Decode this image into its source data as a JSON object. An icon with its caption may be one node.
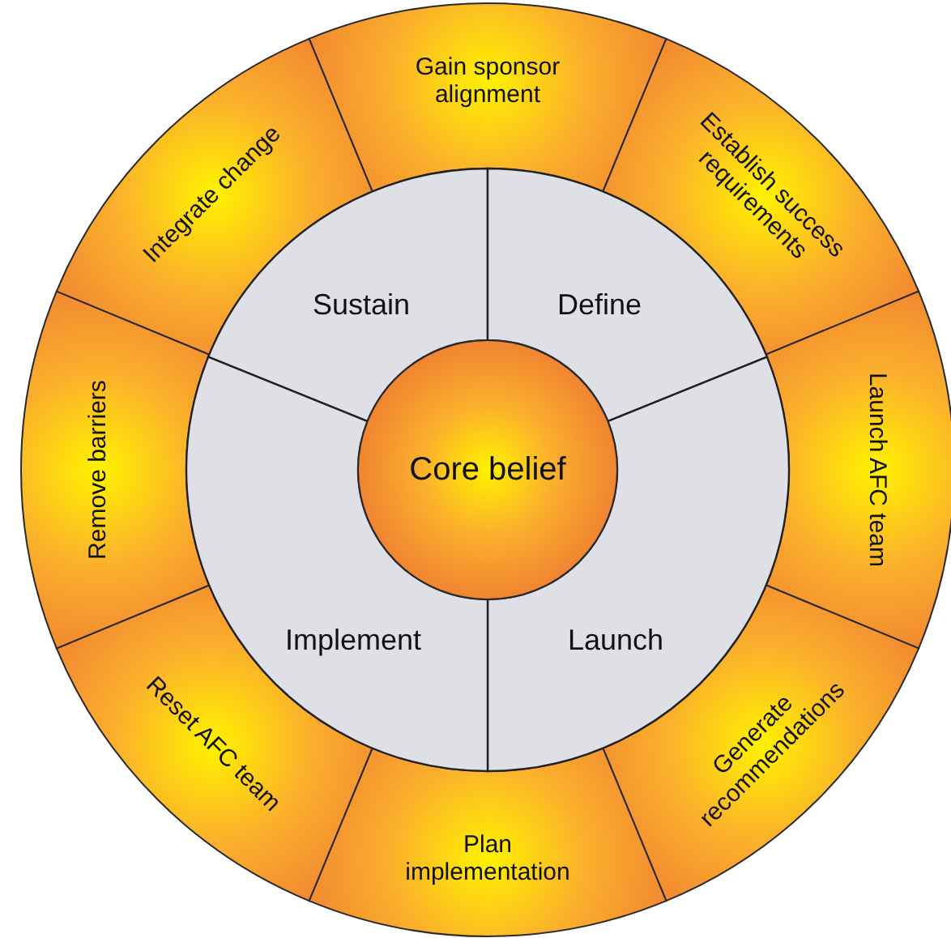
{
  "diagram": {
    "nodes": [
      {
        "text": [
          "Gain sponsor alignment"
        ]
      },
      {
        "text": [
          "Establish success requirements"
        ]
      },
      {
        "text": [
          "Launch AFC team"
        ]
      },
      {
        "text": [
          "Generate recommendations"
        ]
      },
      {
        "text": [
          "Plan implementation"
        ]
      },
      {
        "text": [
          "Reset AFC team"
        ]
      },
      {
        "text": [
          "Remove barriers"
        ]
      },
      {
        "text": [
          "Integrate change"
        ]
      },
      {
        "text": [
          "Sustain"
        ]
      },
      {
        "text": [
          "Define"
        ]
      },
      {
        "text": [
          "Launch"
        ]
      },
      {
        "text": [
          "Implement"
        ]
      },
      {
        "text": [
          "Core belief"
        ]
      }
    ]
  }
}
